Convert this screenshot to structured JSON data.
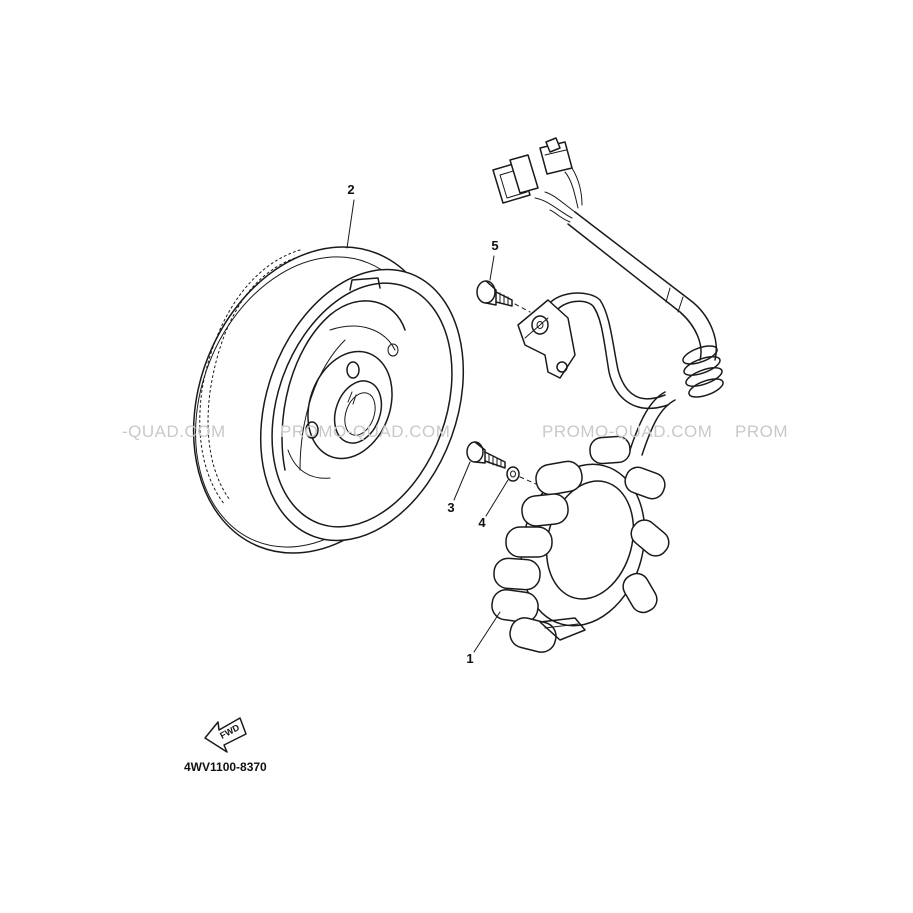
{
  "diagram": {
    "reference_code": "4WV1100-8370",
    "forward_label": "FWD",
    "watermarks": [
      "-QUAD.COM",
      "PROMO-QUAD.COM",
      "PROMO-QUAD.COM",
      "PROM"
    ],
    "callouts": [
      {
        "id": "1",
        "label": "1"
      },
      {
        "id": "2",
        "label": "2"
      },
      {
        "id": "3",
        "label": "3"
      },
      {
        "id": "4",
        "label": "4"
      },
      {
        "id": "5",
        "label": "5"
      }
    ]
  }
}
